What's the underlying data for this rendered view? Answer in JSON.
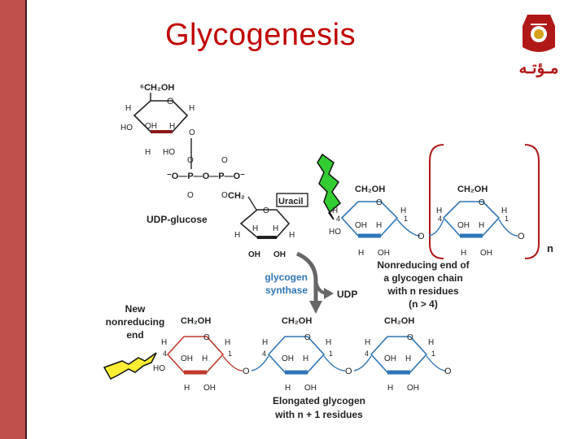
{
  "title": "Glycogenesis",
  "logo": {
    "text": "مـؤتـه",
    "colors": {
      "primary": "#b01818",
      "secondary": "#d4a017"
    }
  },
  "udp_glucose": {
    "ch2oh": "⁶CH₂OH",
    "label": "UDP-glucose",
    "uracil": "Uracil",
    "phosphate_row": "⁻O—P—O—P—O⁻",
    "ch2": "CH₂",
    "oh1": "OH",
    "oh2": "OH"
  },
  "glycogen_chain": {
    "label_lines": [
      "Nonreducing end of",
      "a glycogen chain",
      "with n residues",
      "(n > 4)"
    ],
    "repeat": "n"
  },
  "enzyme": {
    "lines": [
      "glycogen",
      "synthase"
    ],
    "product": "UDP"
  },
  "new_end": {
    "lines": [
      "New",
      "nonreducing",
      "end"
    ]
  },
  "elongated": {
    "lines": [
      "Elongated glycogen",
      "with n + 1 residues"
    ]
  },
  "colors": {
    "accent": "#c00000",
    "bar": "#c0504d",
    "udp_ring": "#8b1a1a",
    "chain_ring": "#2e75b6",
    "new_ring": "#c0392b",
    "bolt": "#33cc33",
    "bolt2": "#ffee33"
  }
}
